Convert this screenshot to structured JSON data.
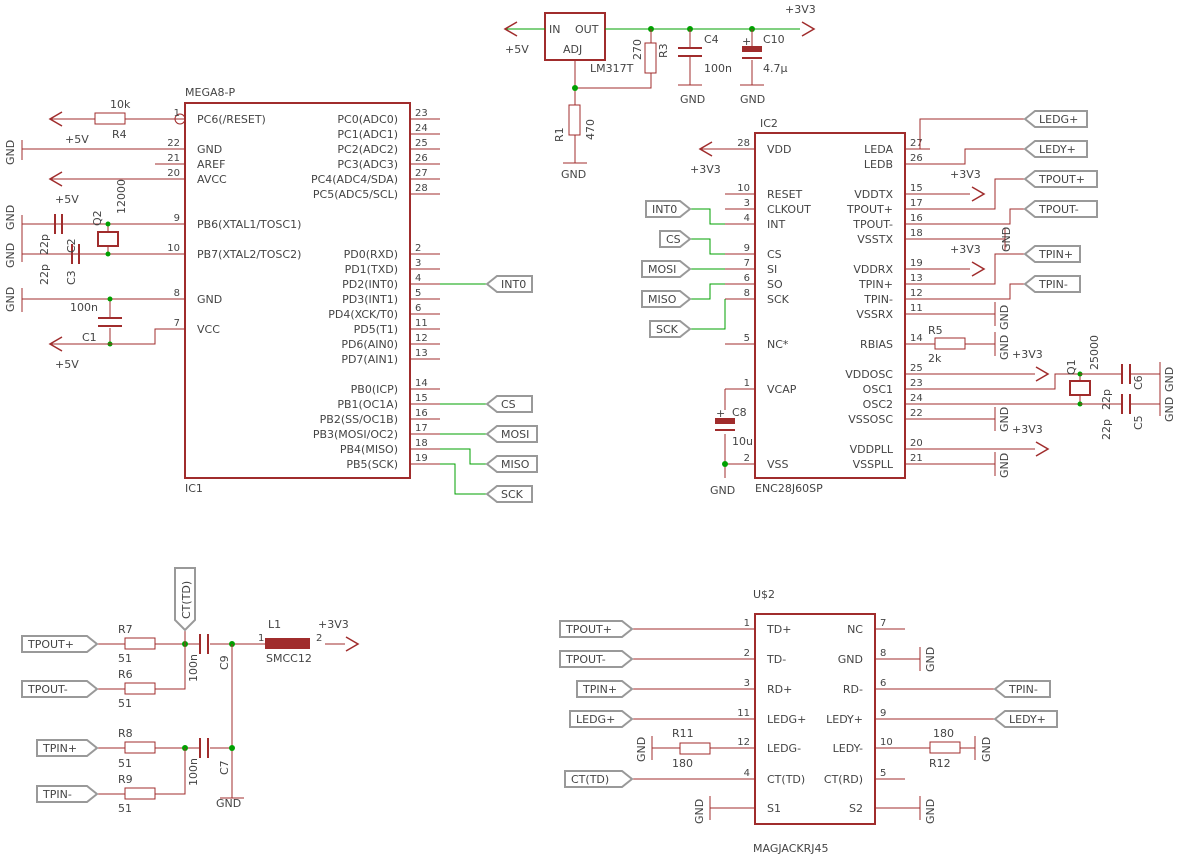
{
  "ic1": {
    "name": "MEGA8-P",
    "ref": "IC1",
    "lpins": [
      [
        "1",
        "PC6(/RESET)"
      ],
      [
        "22",
        "GND"
      ],
      [
        "21",
        "AREF"
      ],
      [
        "20",
        "AVCC"
      ],
      [
        "9",
        "PB6(XTAL1/TOSC1)"
      ],
      [
        "10",
        "PB7(XTAL2/TOSC2)"
      ],
      [
        "8",
        "GND"
      ],
      [
        "7",
        "VCC"
      ]
    ],
    "rpins": [
      [
        "23",
        "PC0(ADC0)"
      ],
      [
        "24",
        "PC1(ADC1)"
      ],
      [
        "25",
        "PC2(ADC2)"
      ],
      [
        "26",
        "PC3(ADC3)"
      ],
      [
        "27",
        "PC4(ADC4/SDA)"
      ],
      [
        "28",
        "PC5(ADC5/SCL)"
      ],
      [
        "2",
        "PD0(RXD)"
      ],
      [
        "3",
        "PD1(TXD)"
      ],
      [
        "4",
        "PD2(INT0)"
      ],
      [
        "5",
        "PD3(INT1)"
      ],
      [
        "6",
        "PD4(XCK/T0)"
      ],
      [
        "11",
        "PD5(T1)"
      ],
      [
        "12",
        "PD6(AIN0)"
      ],
      [
        "13",
        "PD7(AIN1)"
      ],
      [
        "14",
        "PB0(ICP)"
      ],
      [
        "15",
        "PB1(OC1A)"
      ],
      [
        "16",
        "PB2(SS/OC1B)"
      ],
      [
        "17",
        "PB3(MOSI/OC2)"
      ],
      [
        "18",
        "PB4(MISO)"
      ],
      [
        "19",
        "PB5(SCK)"
      ]
    ]
  },
  "ic2": {
    "name": "IC2",
    "ref": "ENC28J60SP",
    "lpins": [
      [
        "28",
        "VDD"
      ],
      [
        "10",
        "RESET"
      ],
      [
        "3",
        "CLKOUT"
      ],
      [
        "4",
        "INT"
      ],
      [
        "9",
        "CS"
      ],
      [
        "7",
        "SI"
      ],
      [
        "6",
        "SO"
      ],
      [
        "8",
        "SCK"
      ],
      [
        "5",
        "NC*"
      ],
      [
        "1",
        "VCAP"
      ],
      [
        "2",
        "VSS"
      ]
    ],
    "rpins": [
      [
        "27",
        "LEDA"
      ],
      [
        "26",
        "LEDB"
      ],
      [
        "15",
        "VDDTX"
      ],
      [
        "17",
        "TPOUT+"
      ],
      [
        "16",
        "TPOUT-"
      ],
      [
        "18",
        "VSSTX"
      ],
      [
        "19",
        "VDDRX"
      ],
      [
        "13",
        "TPIN+"
      ],
      [
        "12",
        "TPIN-"
      ],
      [
        "11",
        "VSSRX"
      ],
      [
        "14",
        "RBIAS"
      ],
      [
        "25",
        "VDDOSC"
      ],
      [
        "23",
        "OSC1"
      ],
      [
        "24",
        "OSC2"
      ],
      [
        "22",
        "VSSOSC"
      ],
      [
        "20",
        "VDDPLL"
      ],
      [
        "21",
        "VSSPLL"
      ]
    ]
  },
  "u2": {
    "name": "U$2",
    "ref": "MAGJACKRJ45",
    "lpins": [
      [
        "1",
        "TD+"
      ],
      [
        "2",
        "TD-"
      ],
      [
        "3",
        "RD+"
      ],
      [
        "11",
        "LEDG+"
      ],
      [
        "12",
        "LEDG-"
      ],
      [
        "4",
        "CT(TD)"
      ],
      [
        "",
        "S1"
      ]
    ],
    "rpins": [
      [
        "7",
        "NC"
      ],
      [
        "8",
        "GND"
      ],
      [
        "6",
        "RD-"
      ],
      [
        "9",
        "LEDY+"
      ],
      [
        "10",
        "LEDY-"
      ],
      [
        "5",
        "CT(RD)"
      ],
      [
        "",
        "S2"
      ]
    ]
  },
  "reg": {
    "ref": "LM317T",
    "in": "IN",
    "out": "OUT",
    "adj": "ADJ"
  },
  "parts": {
    "r4": "R4",
    "r4v": "10k",
    "r3": "R3",
    "r3v": "270",
    "r1": "R1",
    "r1v": "470",
    "r5": "R5",
    "r5v": "2k",
    "r7": "R7",
    "r6": "R6",
    "r8": "R8",
    "r9": "R9",
    "r51": "51",
    "r11": "R11",
    "r12": "R12",
    "r180": "180",
    "c1": "C1",
    "c1v": "100n",
    "c2": "C2",
    "c3": "C3",
    "c22": "22p",
    "c4": "C4",
    "c4v": "100n",
    "c10": "C10",
    "c10v": "4.7µ",
    "c8": "C8",
    "c8v": "10u",
    "c5": "C5",
    "c6": "C6",
    "c9": "C9",
    "c7": "C7",
    "c100": "100n",
    "q2": "Q2",
    "q2v": "12000",
    "q1": "Q1",
    "q1v": "25000",
    "l1": "L1",
    "l1v": "SMCC12"
  },
  "net": {
    "v5": "+5V",
    "v33": "+3V3",
    "gnd": "GND",
    "int0": "INT0",
    "cs": "CS",
    "mosi": "MOSI",
    "miso": "MISO",
    "sck": "SCK",
    "ledg": "LEDG+",
    "ledy": "LEDY+",
    "tpoutp": "TPOUT+",
    "tpoutm": "TPOUT-",
    "tpinp": "TPIN+",
    "tpinm": "TPIN-",
    "ct": "CT(TD)"
  }
}
